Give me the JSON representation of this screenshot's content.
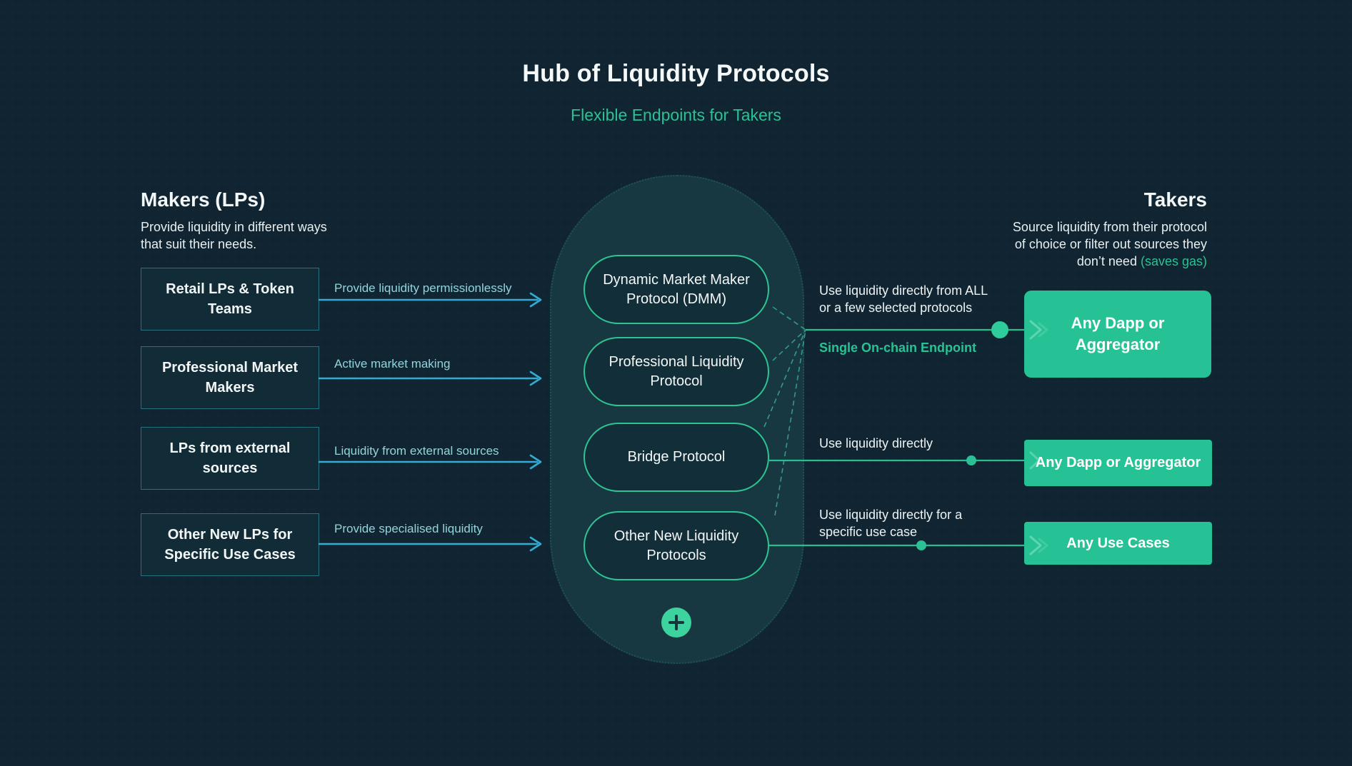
{
  "title": "Hub of Liquidity Protocols",
  "subtitle": "Flexible Endpoints for Takers",
  "makers": {
    "heading": "Makers (LPs)",
    "description": "Provide liquidity in different ways that suit their needs.",
    "items": [
      {
        "label": "Retail LPs & Token Teams",
        "arrow_label": "Provide liquidity permissionlessly"
      },
      {
        "label": "Professional Market Makers",
        "arrow_label": "Active market making"
      },
      {
        "label": "LPs from external sources",
        "arrow_label": "Liquidity from external sources"
      },
      {
        "label": "Other New LPs for Specific Use Cases",
        "arrow_label": "Provide specialised liquidity"
      }
    ]
  },
  "hub": {
    "protocols": [
      "Dynamic Market Maker Protocol (DMM)",
      "Professional Liquidity Protocol",
      "Bridge Protocol",
      "Other New Liquidity Protocols"
    ],
    "add_icon": "plus-icon"
  },
  "takers": {
    "heading": "Takers",
    "description_line1": "Source liquidity from their protocol",
    "description_line2": "of choice or filter out sources they",
    "description_line3": "don’t need ",
    "description_highlight": "(saves gas)",
    "endpoints": [
      {
        "note_lines": [
          "Use liquidity directly from ALL",
          "or a few selected protocols"
        ],
        "endpoint_label": "Single On-chain Endpoint",
        "target": "Any Dapp or Aggregator"
      },
      {
        "note_lines": [
          "Use liquidity directly"
        ],
        "target": "Any Dapp or Aggregator"
      },
      {
        "note_lines": [
          "Use liquidity directly for a",
          "specific use case"
        ],
        "target": "Any Use Cases"
      }
    ]
  },
  "colors": {
    "background": "#102531",
    "hub_fill": "#173840",
    "accent_green": "#2bc194",
    "pill_border": "#2ec492",
    "target_box": "#26c295",
    "arrow_cyan": "#33acd3",
    "arrow_label": "#93d4dc",
    "box_border_teal": "#2a6f7e"
  }
}
